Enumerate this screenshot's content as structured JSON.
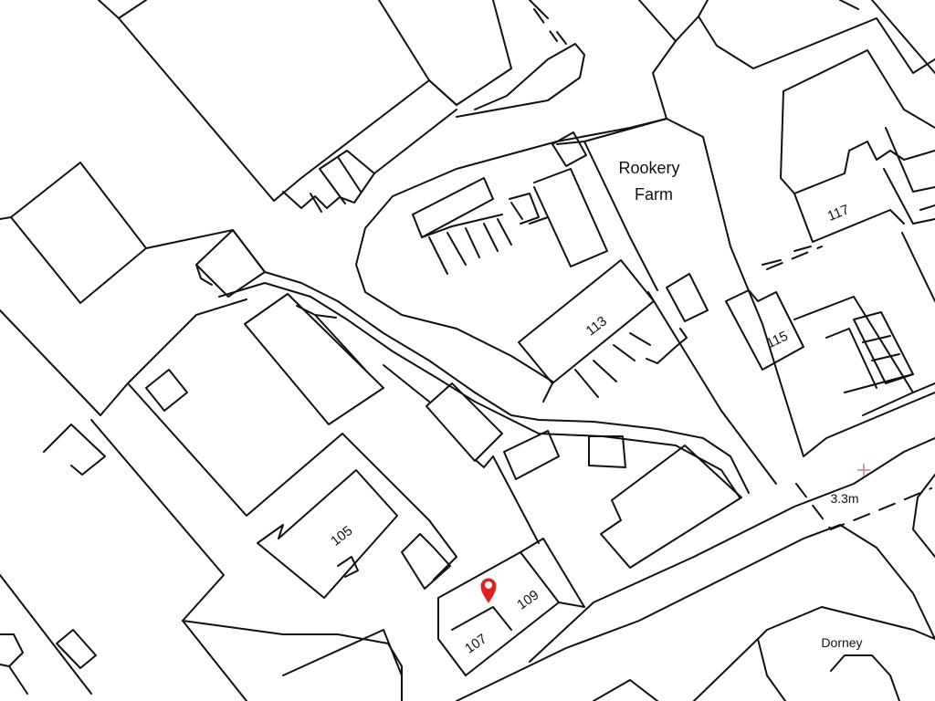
{
  "map": {
    "labels": {
      "rookery": "Rookery",
      "farm": "Farm",
      "n117": "117",
      "n113": "113",
      "n115": "115",
      "n105": "105",
      "n107": "107",
      "n109": "109",
      "distance": "3.3m",
      "dorney": "Dorney"
    },
    "colors": {
      "lines": "#111111",
      "background": "#ffffff",
      "marker": "#e0211d",
      "spot_height": "#c08090"
    },
    "icons": [
      "location-pin-icon",
      "spot-height-cross-icon"
    ]
  }
}
